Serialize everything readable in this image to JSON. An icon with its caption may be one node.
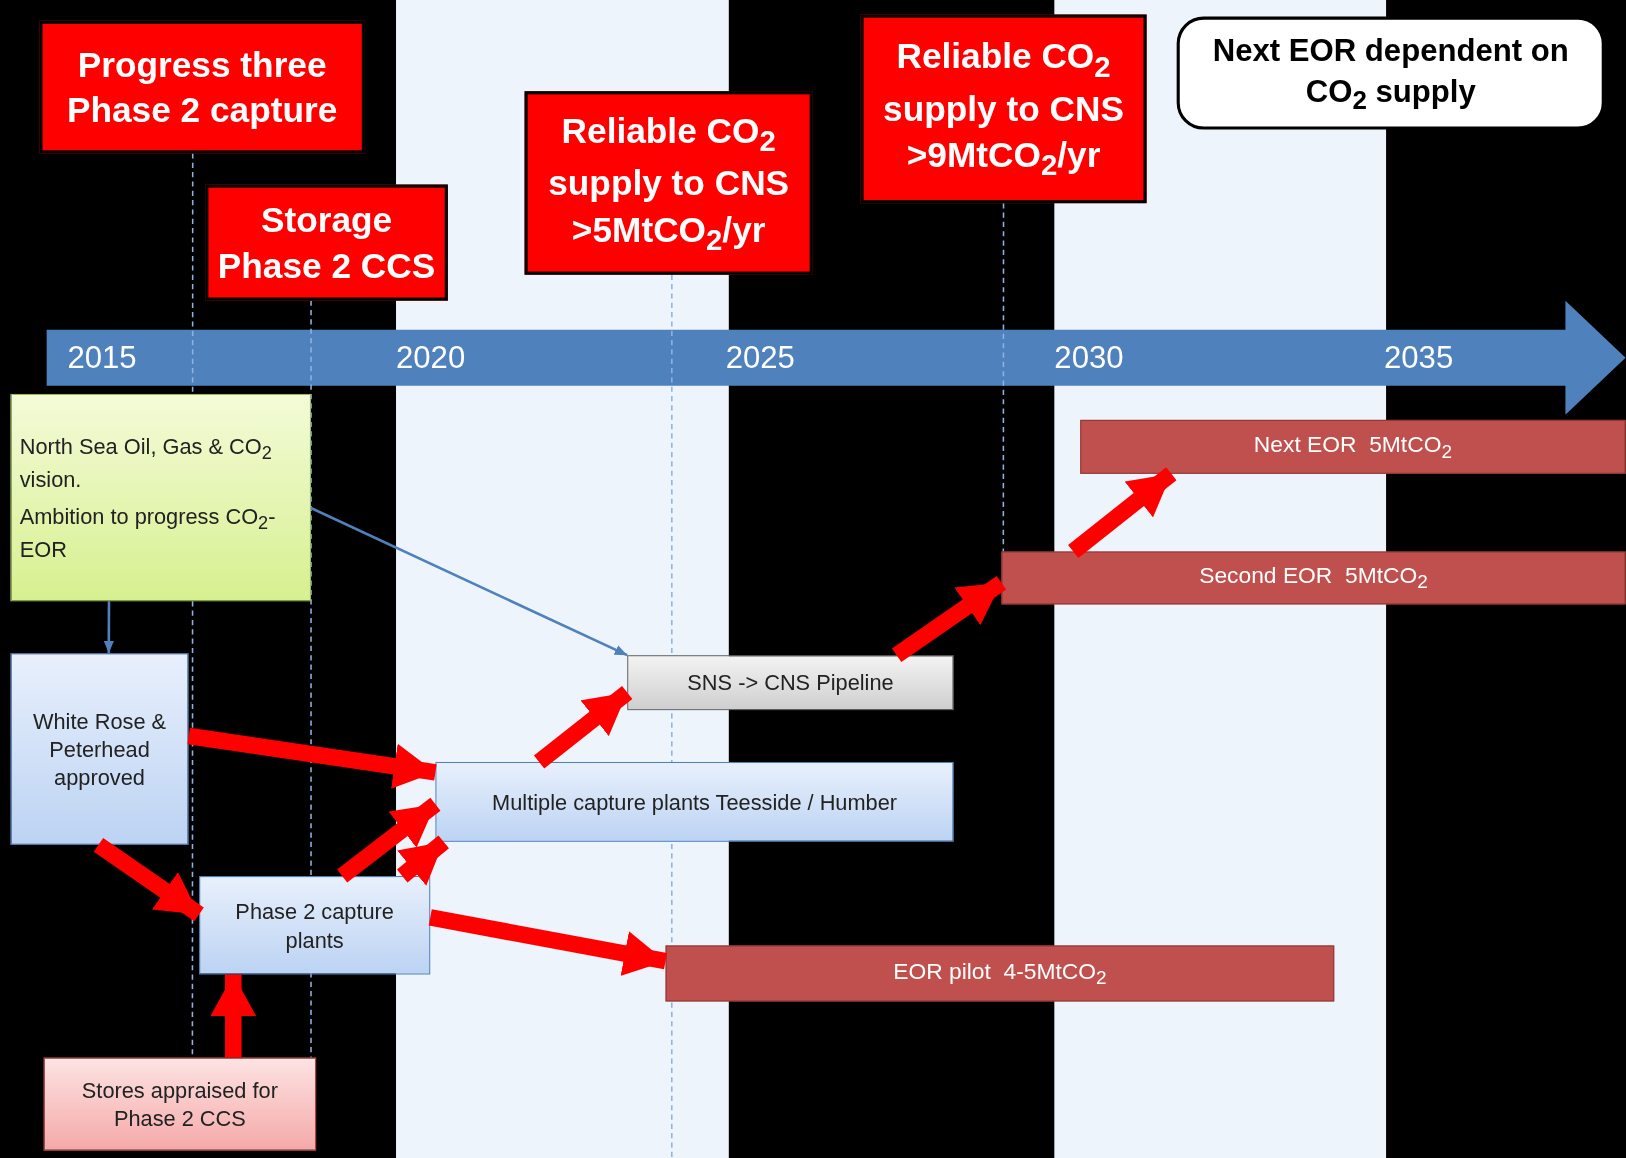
{
  "diagram": {
    "nodes": [
      {
        "text": [
          "Progress three Phase 2 capture"
        ]
      },
      {
        "text": [
          "Storage Phase 2 CCS"
        ]
      },
      {
        "text": [
          "Reliable CO$_{2}$ supply to CNS >5MtCO$_{2}$/yr"
        ]
      },
      {
        "text": [
          "Reliable CO$_{2}$ supply to CNS >9MtCO$_{2}$/yr"
        ]
      },
      {
        "text": [
          "Next EOR dependent on CO$_{2}$ supply"
        ]
      },
      {
        "text": [
          "North Sea Oil, Gas & CO$_{2}$ vision.",
          "Ambition to progress CO$_{2}$-EOR"
        ]
      },
      {
        "text": [
          "White Rose & Peterhead approved"
        ]
      },
      {
        "text": [
          "Multiple capture plants Teesside / Humber"
        ]
      },
      {
        "text": [
          "SNS -> CNS Pipeline"
        ]
      },
      {
        "text": [
          "Phase 2 capture plants"
        ]
      },
      {
        "text": [
          "Stores appraised for Phase 2 CCS"
        ]
      },
      {
        "text": [
          "Next EOR  5MtCO$_{2}$"
        ]
      },
      {
        "text": [
          "Second EOR  5MtCO$_{2}$"
        ]
      },
      {
        "text": [
          "EOR pilot  4-5MtCO$_{2}$"
        ]
      }
    ],
    "edges": [
      {
        "from": 5,
        "to": 6,
        "arrow": "to",
        "color": "#4f81bd"
      },
      {
        "from": 5,
        "to": 8,
        "arrow": "to",
        "color": "#4f81bd"
      },
      {
        "from": 6,
        "to": 7,
        "arrow": "to"
      },
      {
        "from": 6,
        "to": 9,
        "arrow": "to"
      },
      {
        "from": 9,
        "to": 7,
        "arrow": "to"
      },
      {
        "from": 9,
        "to": 7,
        "arrow": "to"
      },
      {
        "from": 7,
        "to": 8,
        "arrow": "to"
      },
      {
        "from": 9,
        "to": 13,
        "arrow": "to"
      },
      {
        "from": 10,
        "to": 9,
        "arrow": "to"
      },
      {
        "from": 8,
        "to": 12,
        "arrow": "to"
      },
      {
        "from": 12,
        "to": 11,
        "arrow": "to"
      },
      {
        "from": 0,
        "to": 10,
        "arrow": "none",
        "style": "dashed",
        "color": "#8db3e2"
      },
      {
        "from": 1,
        "to": 10,
        "arrow": "none",
        "style": "dashed",
        "color": "#8db3e2"
      },
      {
        "from": 2,
        "to": null,
        "arrow": "none",
        "style": "dashed",
        "color": "#8db3e2"
      },
      {
        "from": 3,
        "to": 12,
        "arrow": "none",
        "style": "dashed",
        "color": "#8db3e2"
      }
    ],
    "labels": [
      "2015",
      "2020",
      "2025",
      "2030",
      "2035"
    ]
  }
}
